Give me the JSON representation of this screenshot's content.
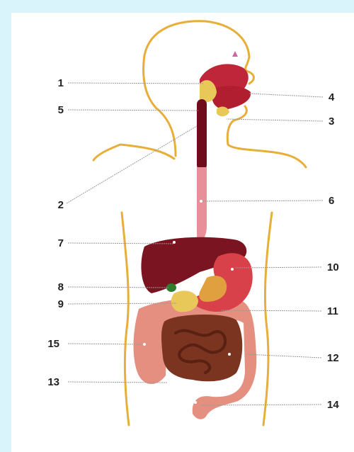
{
  "colors": {
    "frame": "#d9f4fb",
    "outline": "#e8ae3a",
    "leader": "#9a9a9a",
    "liver": "#7a1420",
    "oral": "#c0263a",
    "esophagus_upper": "#6e0c1c",
    "esophagus_lower": "#e8909a",
    "stomach": "#d8404a",
    "gall": "#e9c85a",
    "small_intestine": "#7a3420",
    "large_intestine": "#e58f80"
  },
  "labels": [
    {
      "id": "1",
      "text": "1",
      "side": "left"
    },
    {
      "id": "2",
      "text": "2",
      "side": "left"
    },
    {
      "id": "3",
      "text": "3",
      "side": "right"
    },
    {
      "id": "4",
      "text": "4",
      "side": "right"
    },
    {
      "id": "5",
      "text": "5",
      "side": "left"
    },
    {
      "id": "6",
      "text": "6",
      "side": "right"
    },
    {
      "id": "7",
      "text": "7",
      "side": "left"
    },
    {
      "id": "8",
      "text": "8",
      "side": "left"
    },
    {
      "id": "9",
      "text": "9",
      "side": "left"
    },
    {
      "id": "10",
      "text": "10",
      "side": "right"
    },
    {
      "id": "11",
      "text": "11",
      "side": "right"
    },
    {
      "id": "12",
      "text": "12",
      "side": "right"
    },
    {
      "id": "13",
      "text": "13",
      "side": "left"
    },
    {
      "id": "14",
      "text": "14",
      "side": "right"
    },
    {
      "id": "15",
      "text": "15",
      "side": "left"
    }
  ]
}
